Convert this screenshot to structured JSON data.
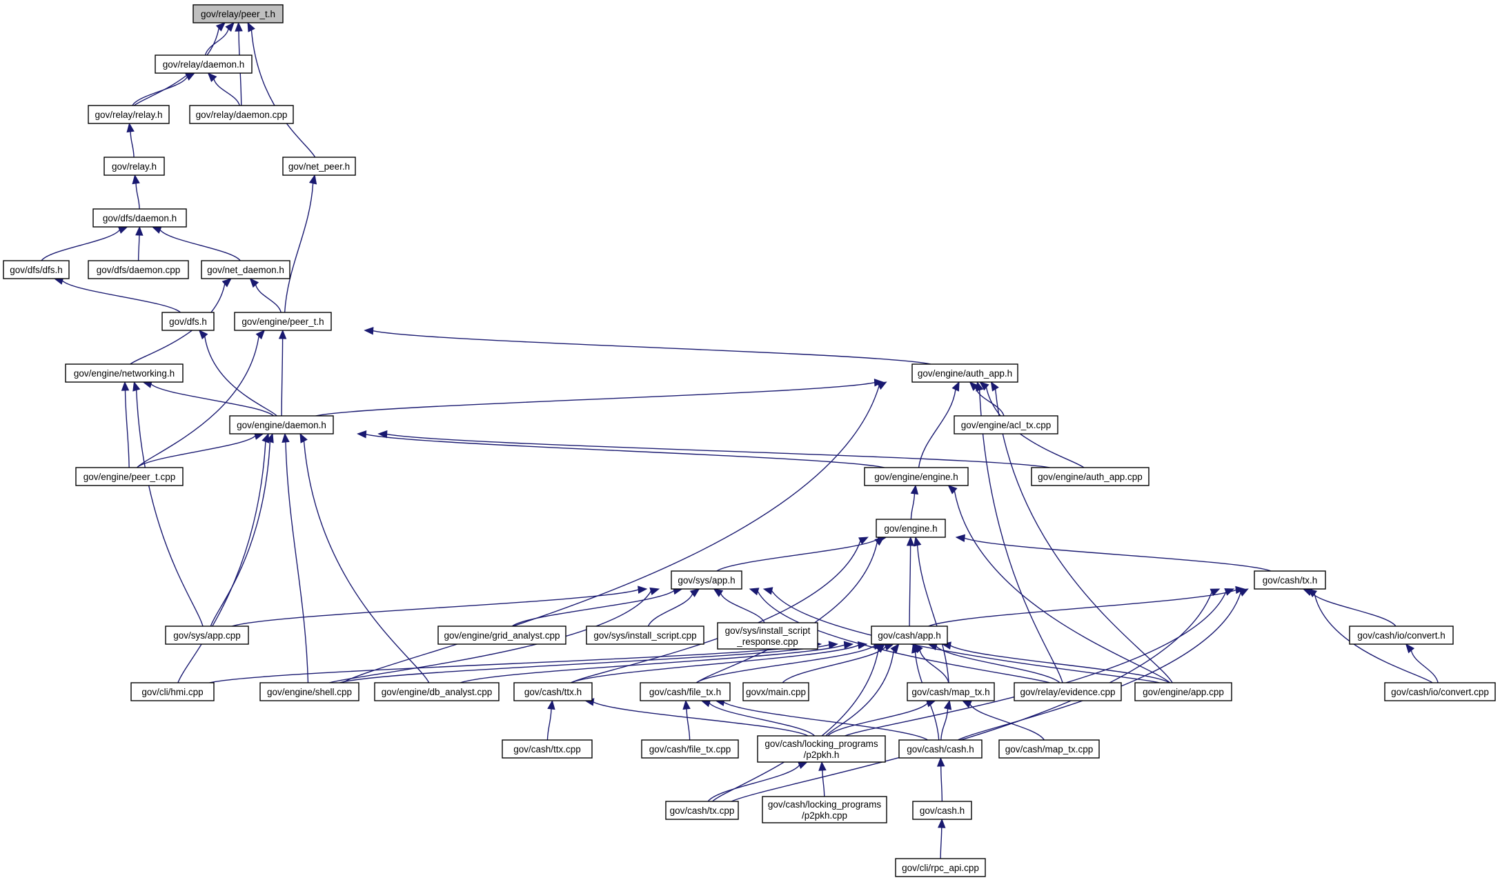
{
  "diagram": {
    "root": "n0",
    "edge_color": "#191970",
    "root_fill": "#bfbfbf",
    "nodes": [
      {
        "id": "n0",
        "label": "gov/relay/peer_t.h"
      },
      {
        "id": "n1",
        "label": "gov/relay/daemon.h"
      },
      {
        "id": "n2",
        "label": "gov/relay/relay.h"
      },
      {
        "id": "n3",
        "label": "gov/relay/daemon.cpp"
      },
      {
        "id": "n4",
        "label": "gov/relay.h"
      },
      {
        "id": "n5",
        "label": "gov/net_peer.h"
      },
      {
        "id": "n6",
        "label": "gov/dfs/daemon.h"
      },
      {
        "id": "n7",
        "label": "gov/dfs/dfs.h"
      },
      {
        "id": "n8",
        "label": "gov/dfs/daemon.cpp"
      },
      {
        "id": "n9",
        "label": "gov/net_daemon.h"
      },
      {
        "id": "n10",
        "label": "gov/dfs.h"
      },
      {
        "id": "n11",
        "label": "gov/engine/peer_t.h"
      },
      {
        "id": "n12",
        "label": "gov/engine/networking.h"
      },
      {
        "id": "n13",
        "label": "gov/engine/auth_app.h"
      },
      {
        "id": "n14",
        "label": "gov/engine/daemon.h"
      },
      {
        "id": "n15",
        "label": "gov/engine/acl_tx.cpp"
      },
      {
        "id": "n16",
        "label": "gov/engine/peer_t.cpp"
      },
      {
        "id": "n17",
        "label": "gov/engine/engine.h"
      },
      {
        "id": "n18",
        "label": "gov/engine/auth_app.cpp"
      },
      {
        "id": "n19",
        "label": "gov/engine.h"
      },
      {
        "id": "n20",
        "label": "gov/sys/app.h"
      },
      {
        "id": "n21",
        "label": "gov/cash/tx.h"
      },
      {
        "id": "n22",
        "label": "gov/sys/app.cpp"
      },
      {
        "id": "n23",
        "label": "gov/engine/grid_analyst.cpp"
      },
      {
        "id": "n24",
        "label": "gov/sys/install_script.cpp"
      },
      {
        "id": "n25",
        "lines": [
          "gov/sys/install_script",
          "_response.cpp"
        ]
      },
      {
        "id": "n26",
        "label": "gov/cash/app.h"
      },
      {
        "id": "n27",
        "label": "gov/cash/io/convert.h"
      },
      {
        "id": "n28",
        "label": "gov/cli/hmi.cpp"
      },
      {
        "id": "n29",
        "label": "gov/engine/shell.cpp"
      },
      {
        "id": "n30",
        "label": "gov/engine/db_analyst.cpp"
      },
      {
        "id": "n31",
        "label": "gov/cash/ttx.h"
      },
      {
        "id": "n32",
        "label": "gov/cash/file_tx.h"
      },
      {
        "id": "n33",
        "label": "govx/main.cpp"
      },
      {
        "id": "n34",
        "label": "gov/cash/map_tx.h"
      },
      {
        "id": "n35",
        "label": "gov/relay/evidence.cpp"
      },
      {
        "id": "n36",
        "label": "gov/engine/app.cpp"
      },
      {
        "id": "n37",
        "label": "gov/cash/io/convert.cpp"
      },
      {
        "id": "n38",
        "label": "gov/cash/ttx.cpp"
      },
      {
        "id": "n39",
        "label": "gov/cash/file_tx.cpp"
      },
      {
        "id": "n40",
        "lines": [
          "gov/cash/locking_programs",
          "/p2pkh.h"
        ]
      },
      {
        "id": "n41",
        "label": "gov/cash/cash.h"
      },
      {
        "id": "n42",
        "label": "gov/cash/map_tx.cpp"
      },
      {
        "id": "n43",
        "label": "gov/cash/tx.cpp"
      },
      {
        "id": "n44",
        "lines": [
          "gov/cash/locking_programs",
          "/p2pkh.cpp"
        ]
      },
      {
        "id": "n45",
        "label": "gov/cash.h"
      },
      {
        "id": "n46",
        "label": "gov/cli/rpc_api.cpp"
      }
    ],
    "edges": [
      [
        "n0",
        "n1"
      ],
      [
        "n0",
        "n2"
      ],
      [
        "n0",
        "n3"
      ],
      [
        "n0",
        "n5"
      ],
      [
        "n1",
        "n2"
      ],
      [
        "n1",
        "n3"
      ],
      [
        "n2",
        "n4"
      ],
      [
        "n4",
        "n6"
      ],
      [
        "n5",
        "n11"
      ],
      [
        "n6",
        "n7"
      ],
      [
        "n6",
        "n8"
      ],
      [
        "n6",
        "n9"
      ],
      [
        "n7",
        "n10"
      ],
      [
        "n9",
        "n11"
      ],
      [
        "n9",
        "n12"
      ],
      [
        "n10",
        "n14"
      ],
      [
        "n11",
        "n14"
      ],
      [
        "n11",
        "n13"
      ],
      [
        "n11",
        "n16"
      ],
      [
        "n12",
        "n14"
      ],
      [
        "n12",
        "n16"
      ],
      [
        "n12",
        "n22"
      ],
      [
        "n13",
        "n14"
      ],
      [
        "n13",
        "n15"
      ],
      [
        "n13",
        "n17"
      ],
      [
        "n13",
        "n18"
      ],
      [
        "n13",
        "n29"
      ],
      [
        "n13",
        "n35"
      ],
      [
        "n13",
        "n36"
      ],
      [
        "n14",
        "n16"
      ],
      [
        "n14",
        "n17"
      ],
      [
        "n14",
        "n18"
      ],
      [
        "n14",
        "n22"
      ],
      [
        "n14",
        "n29"
      ],
      [
        "n14",
        "n30"
      ],
      [
        "n14",
        "n28"
      ],
      [
        "n17",
        "n19"
      ],
      [
        "n17",
        "n36"
      ],
      [
        "n19",
        "n20"
      ],
      [
        "n19",
        "n21"
      ],
      [
        "n19",
        "n26"
      ],
      [
        "n19",
        "n31"
      ],
      [
        "n19",
        "n32"
      ],
      [
        "n19",
        "n34"
      ],
      [
        "n20",
        "n22"
      ],
      [
        "n20",
        "n23"
      ],
      [
        "n20",
        "n24"
      ],
      [
        "n20",
        "n25"
      ],
      [
        "n20",
        "n29"
      ],
      [
        "n20",
        "n35"
      ],
      [
        "n20",
        "n36"
      ],
      [
        "n21",
        "n26"
      ],
      [
        "n21",
        "n27"
      ],
      [
        "n21",
        "n37"
      ],
      [
        "n21",
        "n41"
      ],
      [
        "n21",
        "n40"
      ],
      [
        "n21",
        "n43"
      ],
      [
        "n26",
        "n28"
      ],
      [
        "n26",
        "n29"
      ],
      [
        "n26",
        "n30"
      ],
      [
        "n26",
        "n31"
      ],
      [
        "n26",
        "n32"
      ],
      [
        "n26",
        "n33"
      ],
      [
        "n26",
        "n34"
      ],
      [
        "n26",
        "n35"
      ],
      [
        "n26",
        "n36"
      ],
      [
        "n26",
        "n40"
      ],
      [
        "n26",
        "n41"
      ],
      [
        "n26",
        "n43"
      ],
      [
        "n27",
        "n37"
      ],
      [
        "n31",
        "n38"
      ],
      [
        "n31",
        "n40"
      ],
      [
        "n32",
        "n39"
      ],
      [
        "n32",
        "n40"
      ],
      [
        "n32",
        "n41"
      ],
      [
        "n34",
        "n40"
      ],
      [
        "n34",
        "n41"
      ],
      [
        "n34",
        "n42"
      ],
      [
        "n40",
        "n43"
      ],
      [
        "n40",
        "n44"
      ],
      [
        "n41",
        "n45"
      ],
      [
        "n45",
        "n46"
      ]
    ]
  }
}
